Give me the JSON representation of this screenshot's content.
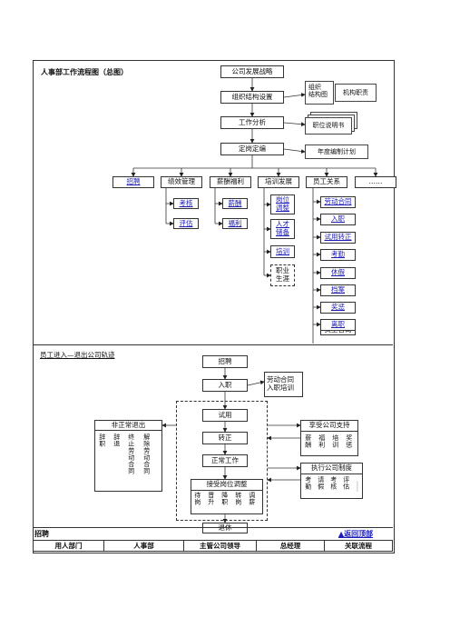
{
  "overview": {
    "title": "人事部工作流程图（总图）",
    "strategy": "公司发展战略",
    "org_setup": "组织结构设置",
    "org_chart_doc": "组织\n结构图",
    "duty_doc": "机构职责",
    "job_analysis": "工作分析",
    "job_desc_doc": "职位说明书",
    "staffing": "定岗定编",
    "staffing_plan_doc": "年度编制计划",
    "categories": [
      "招聘",
      "绩效管理",
      "薪酬福利",
      "培训发展",
      "员工关系",
      "……"
    ],
    "perf_items": [
      "考核",
      "评估"
    ],
    "comp_items": [
      "薪酬",
      "福利"
    ],
    "training_items": [
      "岗位\n调整",
      "人才\n储备",
      "培训",
      "职业\n生涯"
    ],
    "relations_items": [
      "劳动合同",
      "入职",
      "试用转正",
      "考勤",
      "休假",
      "档案",
      "奖惩",
      "离职",
      "员工咨询"
    ]
  },
  "flow": {
    "title": "员工进入—退出公司轨迹",
    "recruit": "招聘",
    "onboard": "入职",
    "labor_contract": "劳动合同",
    "onboard_training": "入职培训",
    "trial": "试用",
    "regular": "转正",
    "normal_work": "正常工作",
    "abnormal_exit": "非正常退出",
    "abnormal_items": [
      "辞职",
      "辞退",
      "终止劳动合同",
      "解除劳动合同"
    ],
    "support_title": "享受公司支持",
    "support_items": [
      "薪酬",
      "福利",
      "培训",
      "奖惩"
    ],
    "policy_title": "执行公司制度",
    "policy_items": [
      "考勤",
      "请假",
      "考核",
      "评估",
      "……"
    ],
    "adjust_title": "接受岗位调整",
    "adjust_items": [
      "待岗",
      "晋升",
      "降职",
      "转岗",
      "调薪"
    ],
    "retire": "退休"
  },
  "footer": {
    "section": "招聘",
    "back_link": "▲返回顶部",
    "headers": [
      "用人部门",
      "人事部",
      "主管公司领导",
      "总经理",
      "关联流程"
    ]
  }
}
